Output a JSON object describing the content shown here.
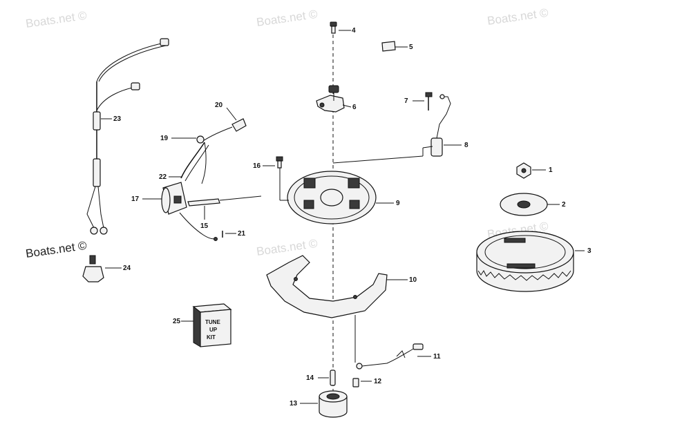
{
  "watermarks": {
    "top_left": "Boats.net ©",
    "top_center": "Boats.net ©",
    "top_right": "Boats.net ©",
    "mid_center": "Boats.net ©",
    "mid_right": "Boats.net ©",
    "main": "Boats.net ©"
  },
  "kit_box": {
    "line1": "TUNE",
    "line2": "UP",
    "line3": "KIT"
  },
  "callouts": {
    "c1": "1",
    "c2": "2",
    "c3": "3",
    "c4": "4",
    "c5": "5",
    "c6": "6",
    "c7": "7",
    "c8": "8",
    "c9": "9",
    "c10": "10",
    "c11": "11",
    "c12": "12",
    "c13": "13",
    "c14": "14",
    "c15": "15",
    "c16": "16",
    "c17": "17",
    "c19": "19",
    "c20": "20",
    "c21": "21",
    "c22": "22",
    "c23": "23",
    "c24": "24",
    "c25": "25"
  },
  "colors": {
    "ink": "#111111",
    "watermark": "#d8d8d8",
    "fill": "#f2f2f2"
  }
}
